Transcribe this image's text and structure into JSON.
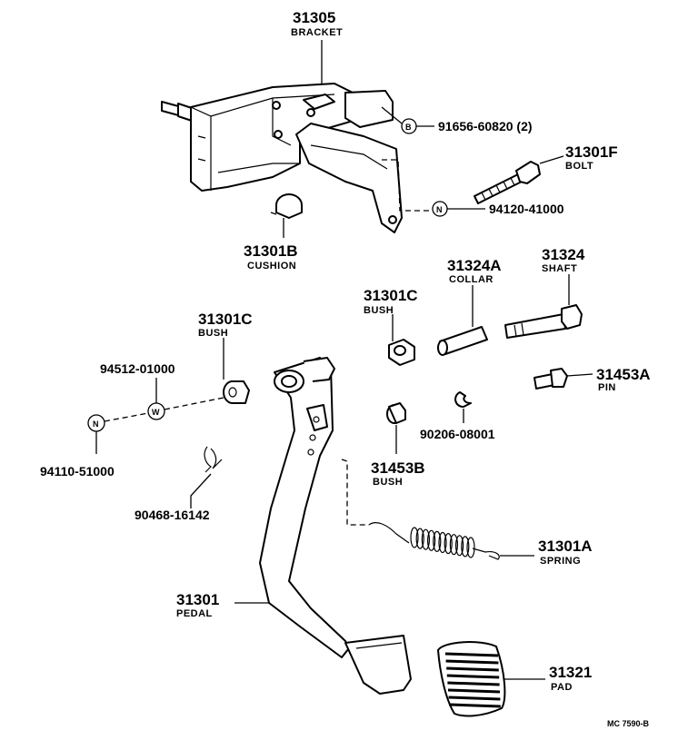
{
  "labels": {
    "bracket": {
      "num": "31305",
      "name": "BRACKET"
    },
    "bolt_b": {
      "marker": "B",
      "num": "91656-60820 (2)"
    },
    "bolt": {
      "num": "31301F",
      "name": "BOLT"
    },
    "nut_n_top": {
      "marker": "N",
      "num": "94120-41000"
    },
    "cushion": {
      "num": "31301B",
      "name": "CUSHION"
    },
    "collar": {
      "num": "31324A",
      "name": "COLLAR"
    },
    "shaft": {
      "num": "31324",
      "name": "SHAFT"
    },
    "bush_right": {
      "num": "31301C",
      "name": "BUSH"
    },
    "bush_left": {
      "num": "31301C",
      "name": "BUSH"
    },
    "washer": {
      "marker": "W",
      "num": "94512-01000"
    },
    "pin": {
      "num": "31453A",
      "name": "PIN"
    },
    "nut_n_left": {
      "marker": "N",
      "num": "94110-51000"
    },
    "clip": {
      "num": "90206-08001"
    },
    "bush_b": {
      "num": "31453B",
      "name": "BUSH"
    },
    "cotter": {
      "num": "90468-16142"
    },
    "spring": {
      "num": "31301A",
      "name": "SPRING"
    },
    "pedal": {
      "num": "31301",
      "name": "PEDAL"
    },
    "pad": {
      "num": "31321",
      "name": "PAD"
    },
    "drawing_code": "MC 7590-B"
  }
}
